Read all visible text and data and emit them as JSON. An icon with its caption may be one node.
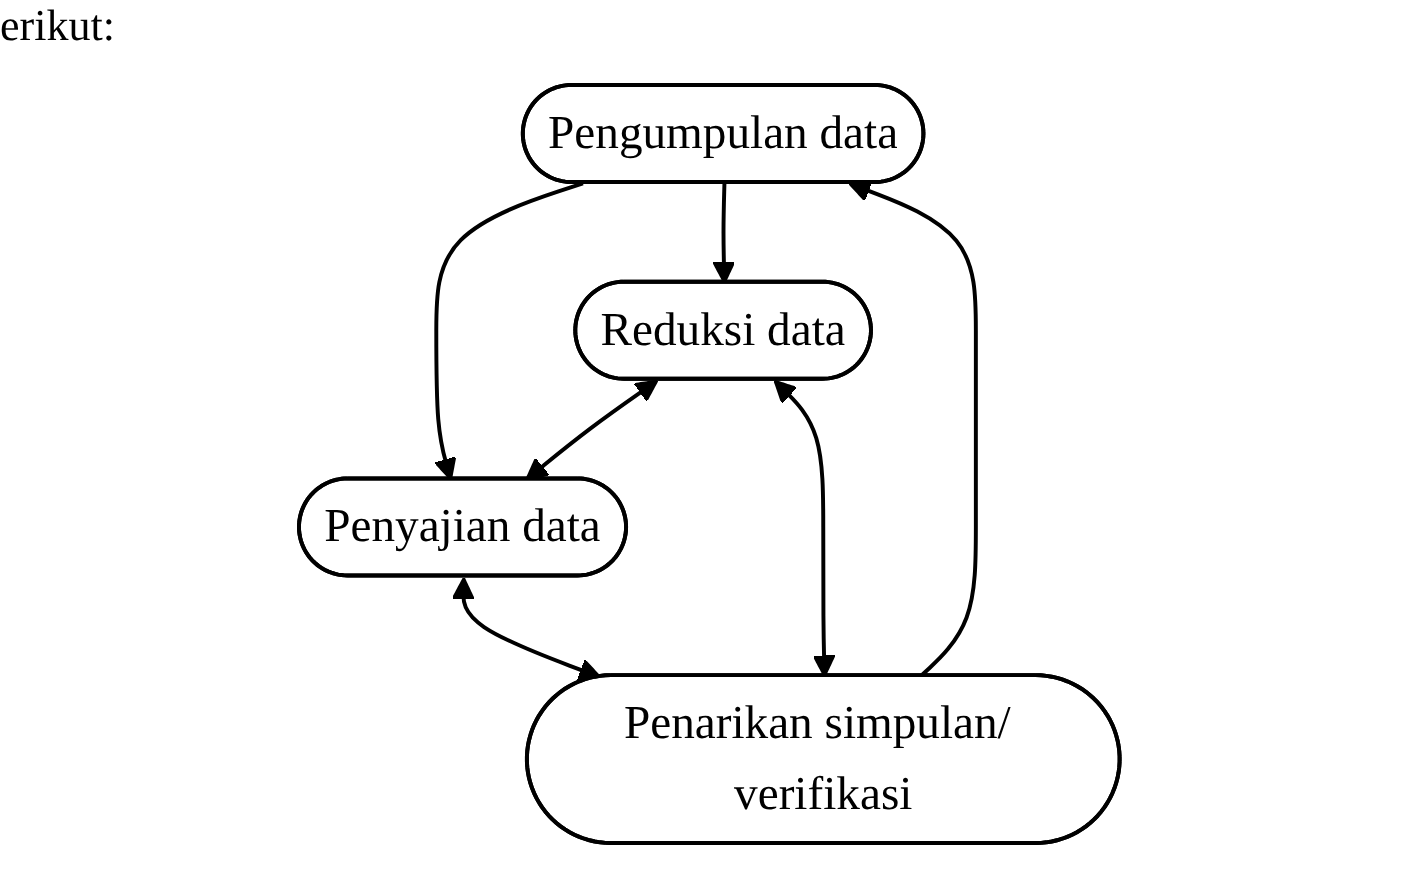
{
  "diagram": {
    "nodes": [
      {
        "text": [
          "Pengumpulan data"
        ]
      },
      {
        "text": [
          "Reduksi data"
        ]
      },
      {
        "text": [
          "Penyajian data"
        ]
      },
      {
        "text": [
          "Penarikan simpulan/ verifikasi"
        ]
      }
    ],
    "edges": [
      {
        "from": 0,
        "to": 2,
        "arrow": "to"
      },
      {
        "from": 0,
        "to": 1,
        "arrow": "to"
      },
      {
        "from": 1,
        "to": 2,
        "arrow": "both"
      },
      {
        "from": 1,
        "to": 3,
        "arrow": "both"
      },
      {
        "from": 2,
        "to": 3,
        "arrow": "both"
      },
      {
        "from": 3,
        "to": 0,
        "arrow": "to"
      }
    ],
    "labels": [
      "erikut:"
    ]
  }
}
